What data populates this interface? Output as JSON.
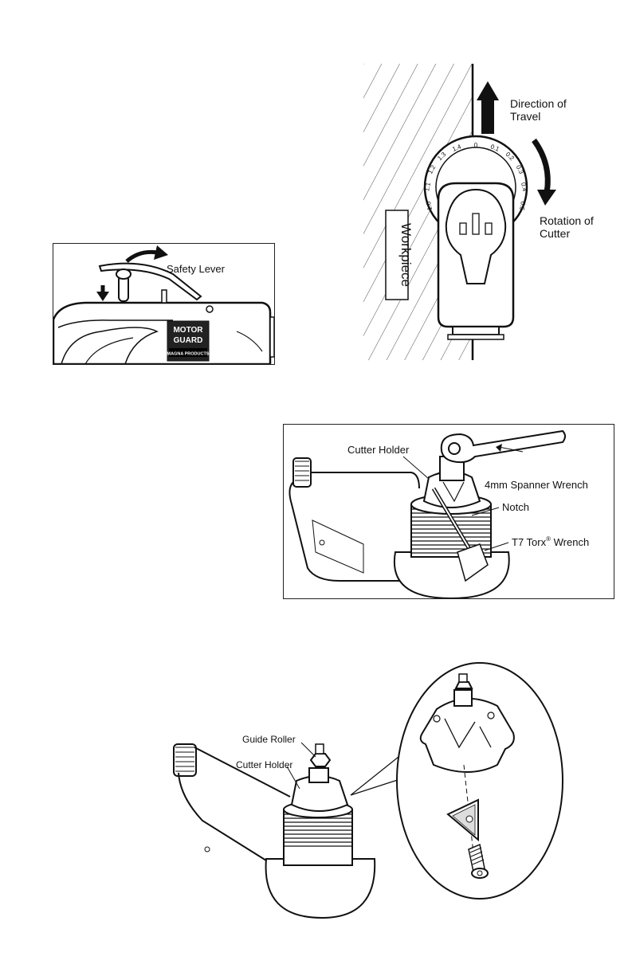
{
  "figures": {
    "safety_lever": {
      "label": "Safety Lever",
      "logo_lines": [
        "MOTOR",
        "GUARD",
        "MAGNA PRODUCTS"
      ]
    },
    "direction": {
      "travel_label_line1": "Direction of",
      "travel_label_line2": "Travel",
      "rotation_label_line1": "Rotation of",
      "rotation_label_line2": "Cutter",
      "workpiece_label": "Workpiece",
      "dial_left_ticks": [
        "1.0",
        "1.1",
        "1.2",
        "1.3",
        "1.4"
      ],
      "dial_top_tick": "0",
      "dial_right_ticks": [
        "0.1",
        "0.2",
        "0.3",
        "0.4",
        "0.5"
      ]
    },
    "wrench": {
      "cutter_holder_label": "Cutter Holder",
      "spanner_label": "4mm Spanner Wrench",
      "notch_label": "Notch",
      "torx_label": "T7 Torx",
      "torx_reg": "®",
      "torx_suffix": " Wrench"
    },
    "guide": {
      "guide_roller_label": "Guide Roller",
      "cutter_holder_label": "Cutter Holder"
    }
  }
}
